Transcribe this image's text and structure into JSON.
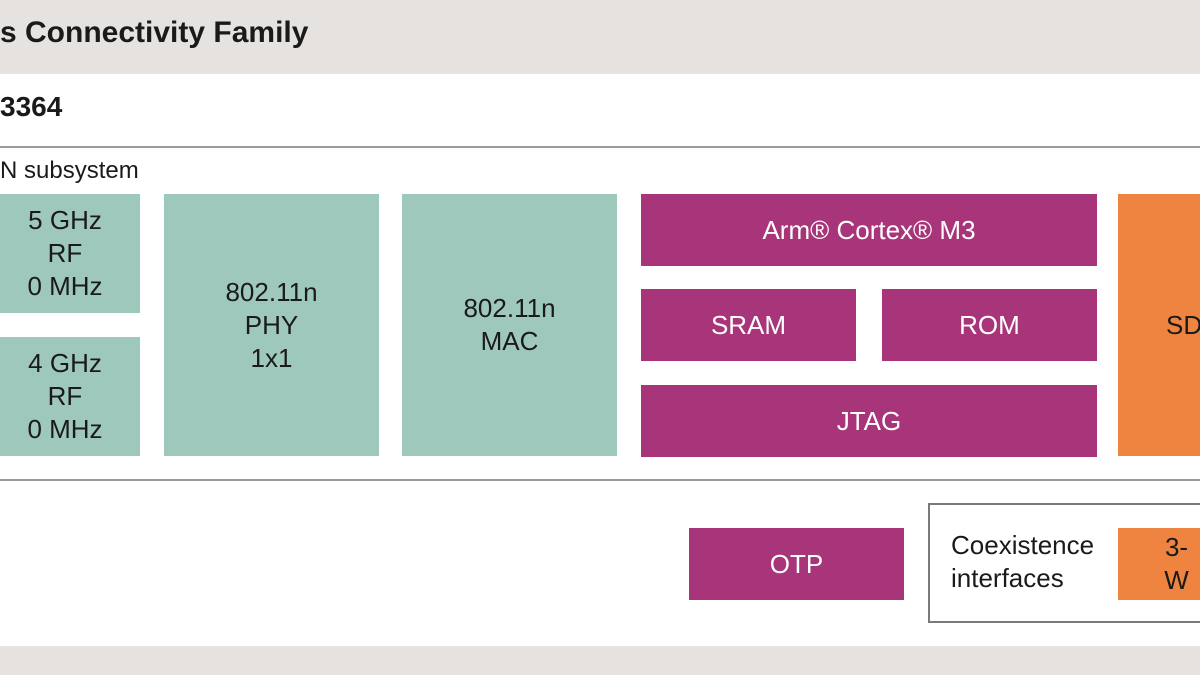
{
  "header": {
    "title": "s Connectivity Family"
  },
  "chip": {
    "title": "3364"
  },
  "subsystem": {
    "label": "N subsystem"
  },
  "blocks": {
    "rf_5ghz": "5 GHz\nRF\n0 MHz",
    "rf_24ghz": "4 GHz\nRF\n0 MHz",
    "phy": "802.11n\nPHY\n1x1",
    "mac": "802.11n\nMAC",
    "cortex": "Arm® Cortex® M3",
    "sram": "SRAM",
    "rom": "ROM",
    "jtag": "JTAG",
    "sdio": "SD",
    "otp": "OTP",
    "coex_label": "Coexistence\ninterfaces",
    "three_wire": "3-W"
  },
  "colors": {
    "teal": "#9ec8bc",
    "magenta": "#a8357a",
    "orange": "#ef8440",
    "band_gray": "#e6e2e0"
  }
}
